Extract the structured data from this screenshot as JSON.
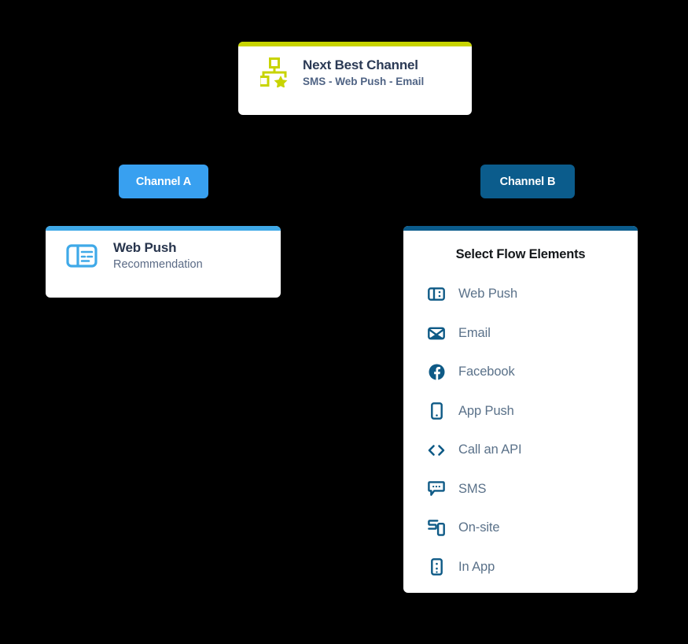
{
  "colors": {
    "background": "#000000",
    "accent_yellow": "#c8d400",
    "channel_a_blue": "#38a0f0",
    "channel_b_blue": "#0b5c8c",
    "web_push_accent": "#3fa9e8",
    "icon_blue": "#0e5a86",
    "label_slate": "#5a7189"
  },
  "next_best_channel": {
    "icon": "hierarchy-star-icon",
    "title": "Next Best Channel",
    "subtitle": "SMS - Web Push - Email"
  },
  "branches": {
    "channel_a": {
      "label": "Channel A"
    },
    "channel_b": {
      "label": "Channel B"
    }
  },
  "web_push_card": {
    "icon": "web-push-icon",
    "title": "Web Push",
    "subtitle": "Recommendation"
  },
  "flow_panel": {
    "heading": "Select Flow Elements",
    "items": [
      {
        "label": "Web Push",
        "icon": "web-push-icon"
      },
      {
        "label": "Email",
        "icon": "envelope-icon"
      },
      {
        "label": "Facebook",
        "icon": "facebook-icon"
      },
      {
        "label": "App Push",
        "icon": "mobile-phone-icon"
      },
      {
        "label": "Call an API",
        "icon": "code-brackets-icon"
      },
      {
        "label": "SMS",
        "icon": "speech-bubble-icon"
      },
      {
        "label": "On-site",
        "icon": "on-site-screens-icon"
      },
      {
        "label": "In App",
        "icon": "in-app-phone-icon"
      }
    ]
  }
}
